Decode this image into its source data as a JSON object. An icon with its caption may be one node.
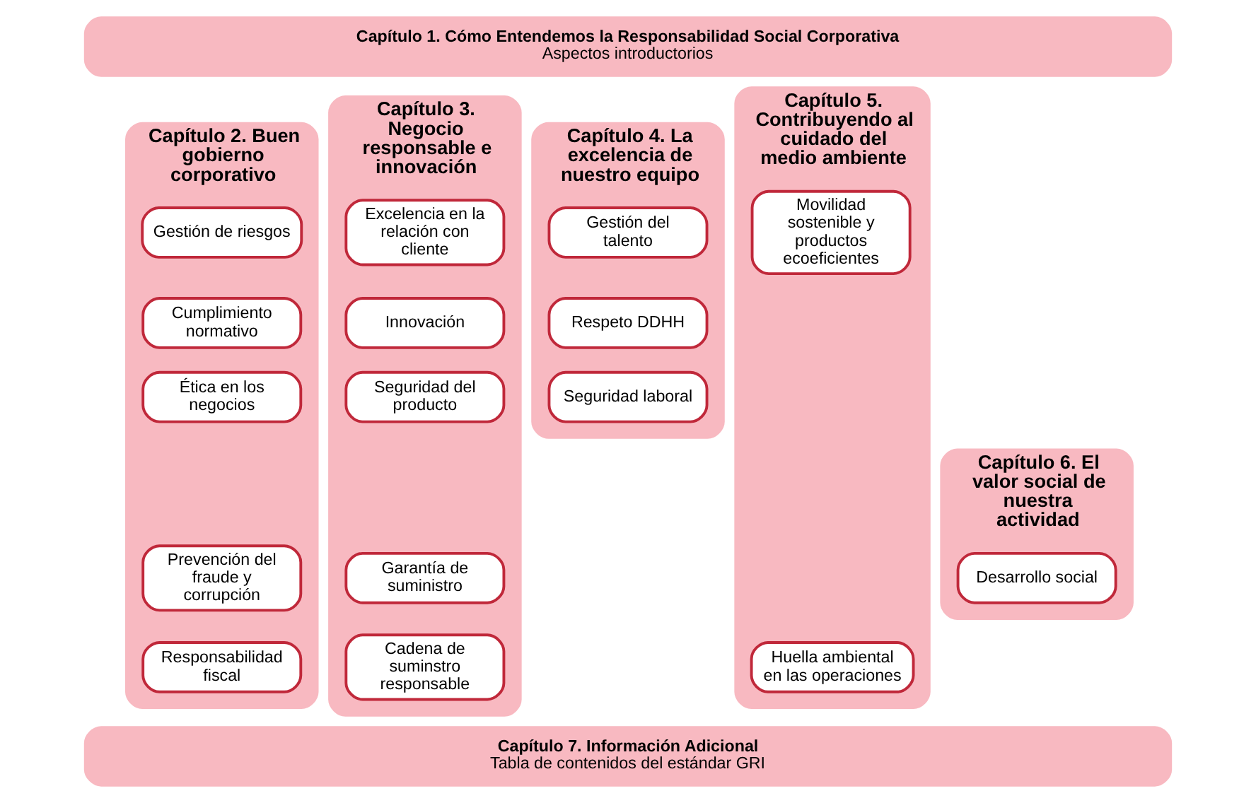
{
  "diagram": {
    "nodes": [
      {
        "text": [
          "Capítulo 1. Cómo Entendemos la Responsabilidad Social Corporativa",
          "Aspectos introductorios"
        ]
      },
      {
        "text": [
          "Capítulo 2. Buen gobierno corporativo"
        ]
      },
      {
        "text": [
          "Gestión de riesgos"
        ],
        "in": 1
      },
      {
        "text": [
          "Cumplimiento normativo"
        ],
        "in": 1
      },
      {
        "text": [
          "Ética en los negocios"
        ],
        "in": 1
      },
      {
        "text": [
          "Prevención del fraude y corrupción"
        ],
        "in": 1
      },
      {
        "text": [
          "Responsabilidad fiscal"
        ],
        "in": 1
      },
      {
        "text": [
          "Capítulo 3. Negocio responsable e innovación"
        ]
      },
      {
        "text": [
          "Excelencia en la relación con cliente"
        ],
        "in": 7
      },
      {
        "text": [
          "Innovación"
        ],
        "in": 7
      },
      {
        "text": [
          "Seguridad del producto"
        ],
        "in": 7
      },
      {
        "text": [
          "Garantía de suministro"
        ],
        "in": 7
      },
      {
        "text": [
          "Cadena de suminstro responsable"
        ],
        "in": 7
      },
      {
        "text": [
          "Capítulo 4. La excelencia de nuestro equipo"
        ]
      },
      {
        "text": [
          "Gestión del talento"
        ],
        "in": 13
      },
      {
        "text": [
          "Respeto DDHH"
        ],
        "in": 13
      },
      {
        "text": [
          "Seguridad laboral"
        ],
        "in": 13
      },
      {
        "text": [
          "Capítulo 5. Contribuyendo al cuidado del medio ambiente"
        ]
      },
      {
        "text": [
          "Movilidad sostenible y productos ecoeficientes"
        ],
        "in": 17
      },
      {
        "text": [
          "Huella ambiental en las operaciones"
        ],
        "in": 17
      },
      {
        "text": [
          "Capítulo 6. El valor social de nuestra actividad"
        ]
      },
      {
        "text": [
          "Desarrollo social"
        ],
        "in": 20
      },
      {
        "text": [
          "Capítulo 7. Información Adicional",
          "Tabla de contenidos del estándar GRI"
        ]
      }
    ],
    "edges": []
  }
}
